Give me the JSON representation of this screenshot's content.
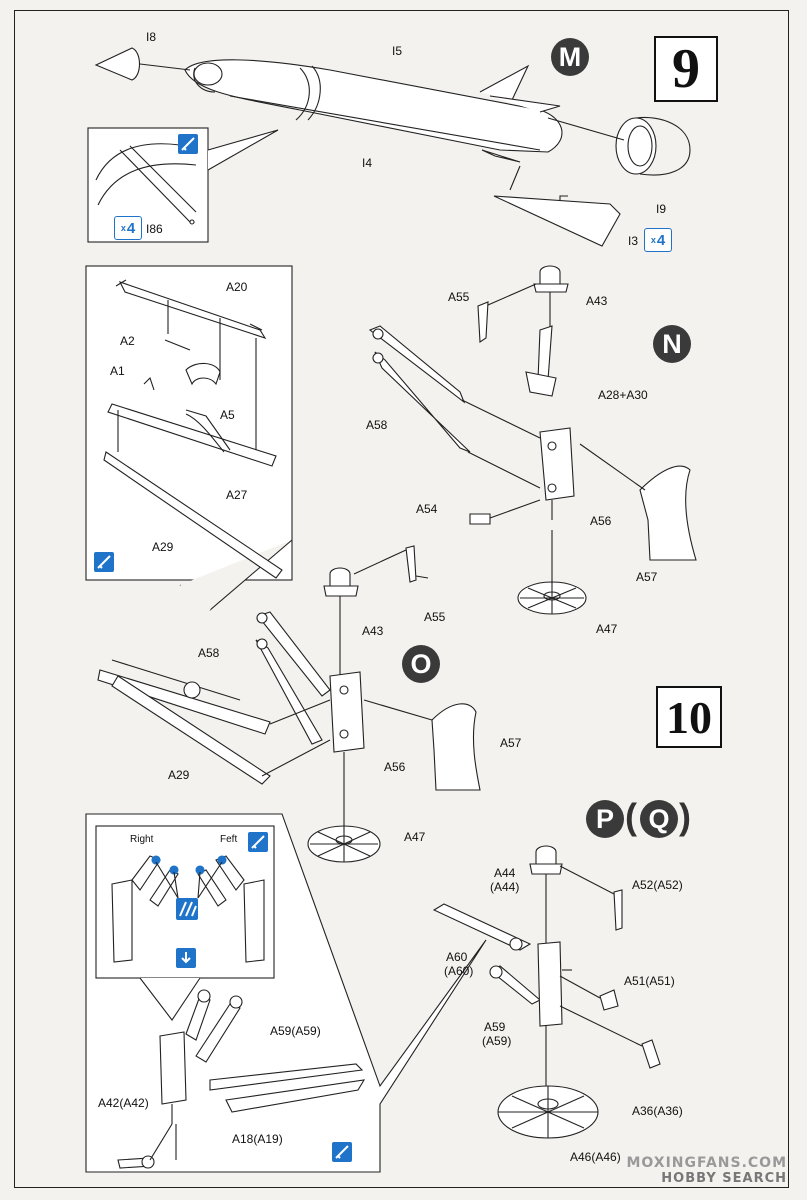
{
  "steps": {
    "nine": "9",
    "ten": "10"
  },
  "subassemblies": {
    "m": "M",
    "n": "N",
    "o": "O",
    "p": "P",
    "q": "Q"
  },
  "labels": {
    "i8": "I8",
    "i5": "I5",
    "i4": "I4",
    "i9": "I9",
    "i3": "I3",
    "i86": "I86",
    "a20": "A20",
    "a2": "A2",
    "a1": "A1",
    "a5": "A5",
    "a27": "A27",
    "a29_top": "A29",
    "a55_n": "A55",
    "a43_n": "A43",
    "a28a30": "A28+A30",
    "a58_n": "A58",
    "a54": "A54",
    "a56_n": "A56",
    "a57_n": "A57",
    "a47_n": "A47",
    "a43_o": "A43",
    "a55_o": "A55",
    "a58_o": "A58",
    "a29_o": "A29",
    "a57_o": "A57",
    "a56_o": "A56",
    "a47_o": "A47",
    "a44": "A44",
    "a44p": "(A44)",
    "a52": "A52(A52)",
    "a60": "A60",
    "a60p": "(A60)",
    "a51": "A51(A51)",
    "a59": "A59",
    "a59p": "(A59)",
    "a36": "A36(A36)",
    "a46": "A46(A46)",
    "right": "Right",
    "feft": "Feft",
    "a59_inset": "A59(A59)",
    "a42": "A42(A42)",
    "a18": "A18(A19)"
  },
  "badges": {
    "x4": "4",
    "x": "x"
  },
  "watermark": {
    "line1": "MOXINGFANS.COM",
    "line2": "HOBBY SEARCH"
  },
  "colors": {
    "accent": "#1f74c9",
    "ink": "#1a1a1a",
    "paper": "#f4f2ee"
  }
}
